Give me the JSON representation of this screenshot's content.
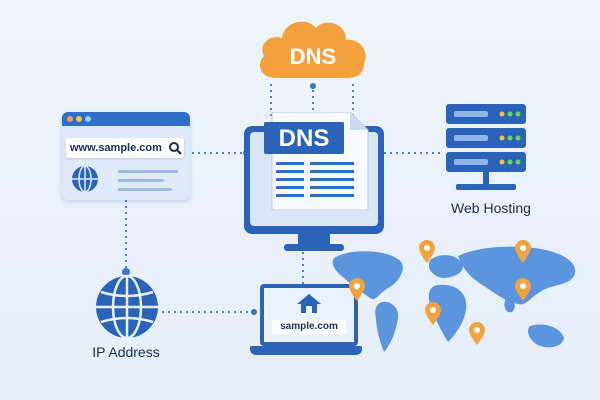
{
  "cloud": {
    "label": "DNS"
  },
  "document": {
    "label": "DNS"
  },
  "browser": {
    "url": "www.sample.com"
  },
  "laptop": {
    "url": "sample.com"
  },
  "labels": {
    "web_hosting": "Web Hosting",
    "ip_address": "IP Address"
  },
  "colors": {
    "accent_blue": "#2a63b8",
    "cloud_orange": "#f3a13c",
    "pin_orange": "#f0a340",
    "map_blue": "#5b95dd",
    "background": "#eaf1fa"
  },
  "icons": [
    "cloud-icon",
    "document-icon",
    "monitor-icon",
    "server-rack-icon",
    "globe-icon",
    "laptop-icon",
    "house-icon",
    "world-map-icon",
    "location-pin-icon",
    "search-icon"
  ]
}
